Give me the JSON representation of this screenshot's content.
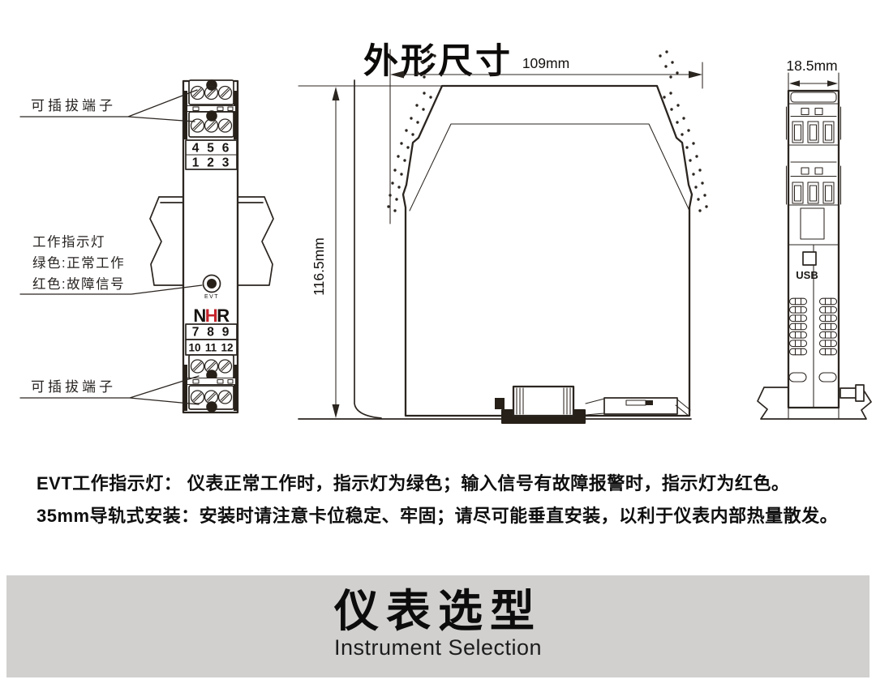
{
  "title": "外形尺寸",
  "front_view": {
    "label_top_terminals": "可插拔端子",
    "label_bottom_terminals": "可插拔端子",
    "indicator": {
      "line1": "工作指示灯",
      "line2": "绿色:正常工作",
      "line3": "红色:故障信号"
    },
    "led_label": "EVT",
    "brand_logo": {
      "part1": "N",
      "part2": "H",
      "part3": "R",
      "accent_color": "#c4232b"
    },
    "terminal_rows": {
      "row_456": [
        "4",
        "5",
        "6"
      ],
      "row_123": [
        "1",
        "2",
        "3"
      ],
      "row_789": [
        "7",
        "8",
        "9"
      ],
      "row_101112": [
        "10",
        "11",
        "12"
      ],
      "red_terminal_color": "#e60012"
    }
  },
  "side_view": {
    "width_dimension": "109mm",
    "height_dimension": "116.5mm"
  },
  "end_view": {
    "width_dimension": "18.5mm",
    "usb_label": "USB"
  },
  "notes": [
    "EVT工作指示灯： 仪表正常工作时，指示灯为绿色；输入信号有故障报警时，指示灯为红色。",
    "35mm导轨式安装：安装时请注意卡位稳定、牢固；请尽可能垂直安装，以利于仪表内部热量散发。"
  ],
  "section_banner": {
    "title": "仪表选型",
    "subtitle": "Instrument Selection"
  }
}
